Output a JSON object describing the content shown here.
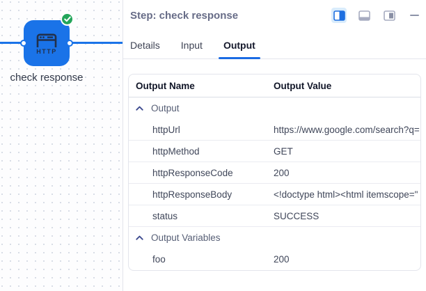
{
  "canvas": {
    "node": {
      "label": "check response",
      "type_text": "HTTP",
      "status": "success"
    }
  },
  "panel": {
    "title": "Step: check response",
    "header_icons": [
      {
        "name": "split-view-icon",
        "active": true
      },
      {
        "name": "bottom-panel-icon",
        "active": false
      },
      {
        "name": "right-panel-icon",
        "active": false
      },
      {
        "name": "minimize-icon",
        "active": false
      }
    ],
    "tabs": [
      {
        "label": "Details",
        "active": false
      },
      {
        "label": "Input",
        "active": false
      },
      {
        "label": "Output",
        "active": true
      }
    ],
    "table": {
      "columns": [
        "Output Name",
        "Output Value"
      ],
      "groups": [
        {
          "label": "Output",
          "expanded": true,
          "rows": [
            {
              "name": "httpUrl",
              "value": "https://www.google.com/search?q="
            },
            {
              "name": "httpMethod",
              "value": "GET"
            },
            {
              "name": "httpResponseCode",
              "value": "200"
            },
            {
              "name": "httpResponseBody",
              "value": "<!doctype html><html itemscope=\""
            },
            {
              "name": "status",
              "value": "SUCCESS"
            }
          ]
        },
        {
          "label": "Output Variables",
          "expanded": true,
          "rows": [
            {
              "name": "foo",
              "value": "200"
            }
          ]
        }
      ]
    }
  },
  "colors": {
    "node_blue": "#1a73e8",
    "success_green": "#23a55a",
    "tab_accent_blue": "#1b6be3",
    "active_icon_blue": "#1e6fe0",
    "title_gray": "#676c87"
  }
}
